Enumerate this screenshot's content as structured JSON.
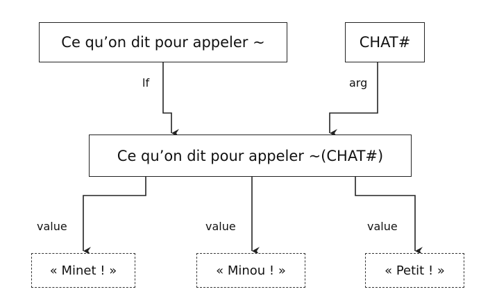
{
  "nodes": {
    "func": "Ce qu’on dit pour appeler ~",
    "arg": "CHAT#",
    "call": "Ce qu’on dit pour appeler ~(CHAT#)",
    "out1": "« Minet ! »",
    "out2": "« Minou ! »",
    "out3": "« Petit ! »"
  },
  "edges": {
    "func_to_call": "lf",
    "arg_to_call": "arg",
    "call_to_out1": "value",
    "call_to_out2": "value",
    "call_to_out3": "value"
  }
}
